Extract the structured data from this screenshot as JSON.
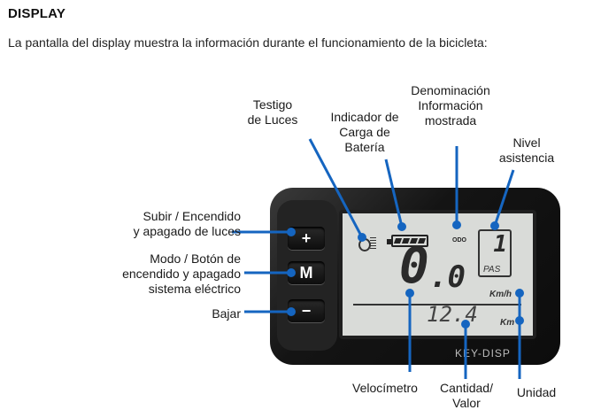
{
  "header": {
    "title": "DISPLAY",
    "intro": "La pantalla del display muestra la información durante el funcionamiento de la bicicleta:"
  },
  "labels": {
    "testigo": [
      "Testigo",
      "de Luces"
    ],
    "indicador": [
      "Indicador de",
      "Carga de",
      "Batería"
    ],
    "denominacion": [
      "Denominación",
      "Información",
      "mostrada"
    ],
    "nivel": [
      "Nivel",
      "asistencia"
    ],
    "subir": [
      "Subir / Encendido",
      "y apagado de luces"
    ],
    "modo": [
      "Modo / Botón de",
      "encendido y apagado",
      "sistema eléctrico"
    ],
    "bajar": [
      "Bajar"
    ],
    "velocimetro": [
      "Velocímetro"
    ],
    "cantidad": [
      "Cantidad/",
      "Valor"
    ],
    "unidad": [
      "Unidad"
    ]
  },
  "device": {
    "buttons": {
      "plus": "+",
      "mode": "M",
      "minus": "−"
    },
    "odo": "ODO",
    "pas_level": "1",
    "pas": "PAS",
    "speed_int": "0",
    "speed_dec": ".0",
    "speed_unit": "Km/h",
    "value": "12.4",
    "value_unit": "Km",
    "brand": "KEY-DISP",
    "battery_bars": 4
  },
  "colors": {
    "leader": "#1565c0",
    "body": "#1b1b1b",
    "lcd": "#d9dbd8"
  }
}
